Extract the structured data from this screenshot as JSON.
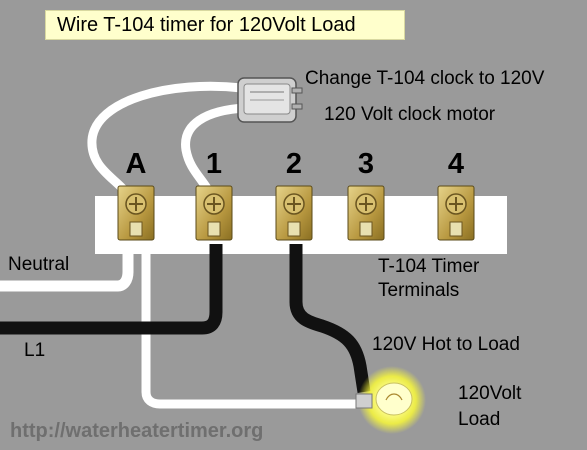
{
  "title": "Wire T-104 timer for 120Volt Load",
  "clock_change_label": "Change T-104 clock to 120V",
  "clock_motor_label": "120 Volt clock motor",
  "terminals": [
    "A",
    "1",
    "2",
    "3",
    "4"
  ],
  "terminals_label_line1": "T-104 Timer",
  "terminals_label_line2": "Terminals",
  "neutral_label": "Neutral",
  "l1_label": "L1",
  "hot_to_load_label": "120V Hot to Load",
  "load_label_line1": "120Volt",
  "load_label_line2": "Load",
  "footer_url": "http://waterheatertimer.org",
  "colors": {
    "background": "#9a9a9a",
    "title_bg": "#ffffcc",
    "neutral_wire": "#ffffff",
    "hot_wire": "#111111",
    "terminal_block": "#ffffff",
    "terminal_brass": "#c8b060",
    "bulb_glow": "#ffff66",
    "footer_text": "#6f6f6f"
  }
}
